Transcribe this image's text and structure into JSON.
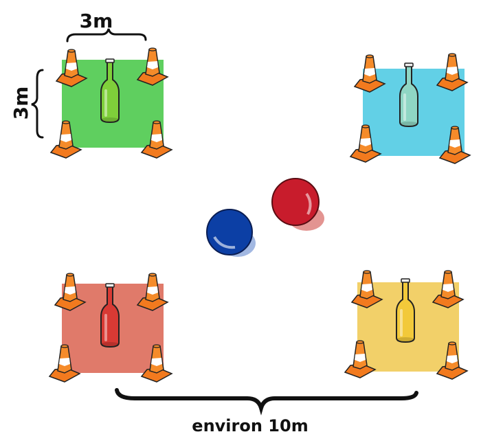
{
  "labels": {
    "width_label": "3m",
    "height_label": "3m",
    "distance_label": "environ 10m"
  },
  "zones": [
    {
      "color": "#5fcf5f",
      "bottle": "#7fcf3a"
    },
    {
      "color": "#62d0e6",
      "bottle": "#8fd6c4"
    },
    {
      "color": "#e07a6a",
      "bottle": "#d83a34"
    },
    {
      "color": "#f2d069",
      "bottle": "#f2c93a"
    }
  ],
  "balls": [
    {
      "color": "#0c3fa5"
    },
    {
      "color": "#c81c2c"
    }
  ],
  "cone_color": "#f27a1e"
}
